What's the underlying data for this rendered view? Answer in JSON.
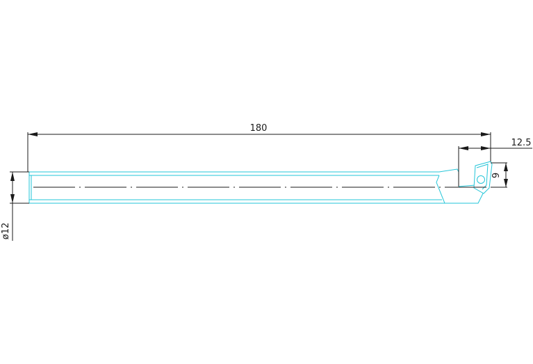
{
  "drawing": {
    "dimensions": {
      "overall_length": "180",
      "head_length": "12.5",
      "head_height": "9",
      "shank_diameter": "ø12"
    },
    "colors": {
      "part_outline": "#22c5d8",
      "dimension": "#1a1a1a",
      "background": "#ffffff"
    }
  }
}
